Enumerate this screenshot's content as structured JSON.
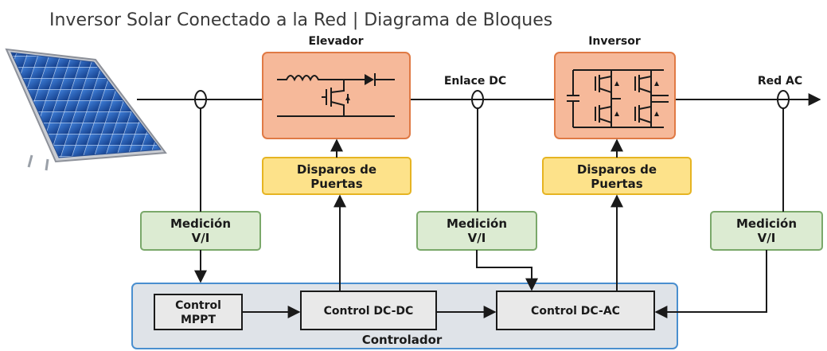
{
  "title": "Inversor Solar Conectado a la Red | Diagrama de Bloques",
  "labels": {
    "elevador": "Elevador",
    "inversor": "Inversor",
    "enlace_dc": "Enlace DC",
    "red_ac": "Red AC"
  },
  "gate_drivers": [
    {
      "line1": "Disparos de",
      "line2": "Puertas"
    },
    {
      "line1": "Disparos de",
      "line2": "Puertas"
    }
  ],
  "measurements": [
    {
      "line1": "Medición",
      "line2": "V/I"
    },
    {
      "line1": "Medición",
      "line2": "V/I"
    },
    {
      "line1": "Medición",
      "line2": "V/I"
    }
  ],
  "controller": {
    "label": "Controlador",
    "mppt": {
      "line1": "Control",
      "line2": "MPPT"
    },
    "dcdc": "Control DC-DC",
    "dcac": "Control DC-AC"
  },
  "colors": {
    "power_stage": "#f6b99a",
    "power_stage_border": "#e07a45",
    "gate": "#fde28a",
    "gate_border": "#e6b422",
    "measure": "#dcebd2",
    "measure_border": "#7aa86a",
    "controller": "#dfe3e8",
    "controller_border": "#4a8fcf",
    "control_block": "#e9e9e9"
  }
}
